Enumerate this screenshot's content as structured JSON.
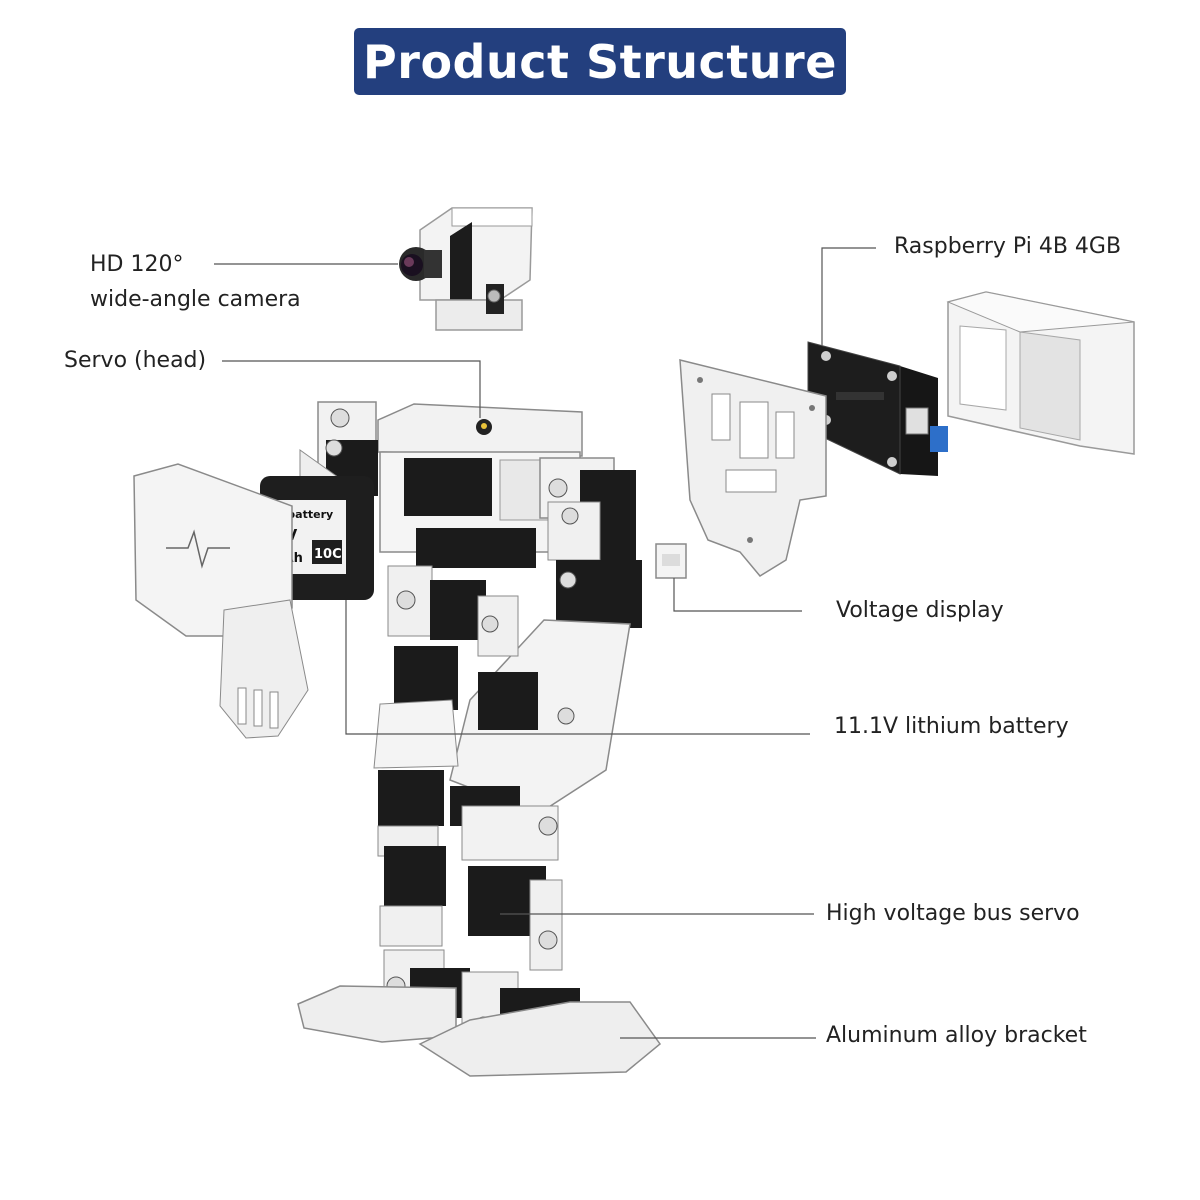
{
  "title": "Product Structure",
  "labels": {
    "camera_line1": "HD 120°",
    "camera_line2": "wide-angle  camera",
    "servo_head": "Servo (head)",
    "raspberry": "Raspberry  Pi 4B 4GB",
    "voltage_display": "Voltage  display",
    "battery": "11.1V lithium  battery",
    "bus_servo": "High voltage  bus servo",
    "bracket": "Aluminum alloy bracket"
  },
  "battery_print": {
    "line1": "m battery",
    "line2": "1 V",
    "line3": "mAh",
    "rating": "10C"
  },
  "colors": {
    "title_bg": "#233f7e",
    "title_text": "#ffffff",
    "servo": "#1a1a1a",
    "bracket": "#f2f2f2",
    "leader_line": "#555555"
  }
}
